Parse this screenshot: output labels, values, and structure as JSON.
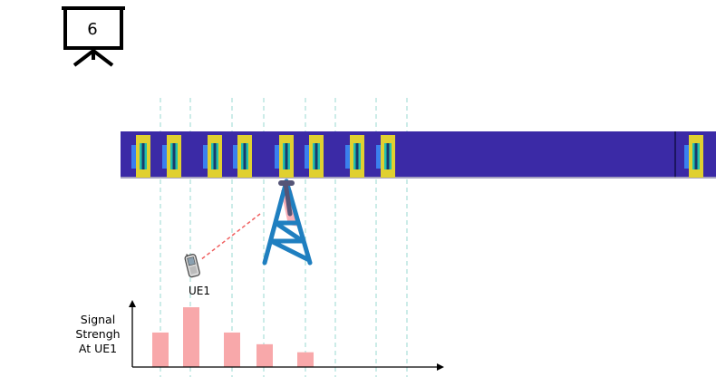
{
  "slide": {
    "number": "6",
    "icon": "presentation-board-icon"
  },
  "ue_label": "UE1",
  "tower_icon": "cell-tower-icon",
  "phone_icon": "mobile-phone-icon",
  "y_axis_label_lines": [
    "Signal",
    "Strengh",
    "At UE1"
  ],
  "colors": {
    "band": "#3b2aa6",
    "block_outer": "#e0d030",
    "block_side": "#3a80ee",
    "block_core": "#22bfae",
    "tower": "#1f7fc0",
    "bars": "#f8a8aa",
    "link": "#f06060",
    "gridlines": "#9ad8d0"
  },
  "chart_data": {
    "type": "bar",
    "title": "",
    "xlabel": "",
    "ylabel": "Signal Strengh At UE1",
    "note": "relative signal strength at UE1 from each transmission slot (no numeric axis printed)",
    "series": [
      {
        "values": [
          0.56,
          0.97,
          0.56,
          0.37,
          0.24
        ]
      }
    ]
  }
}
